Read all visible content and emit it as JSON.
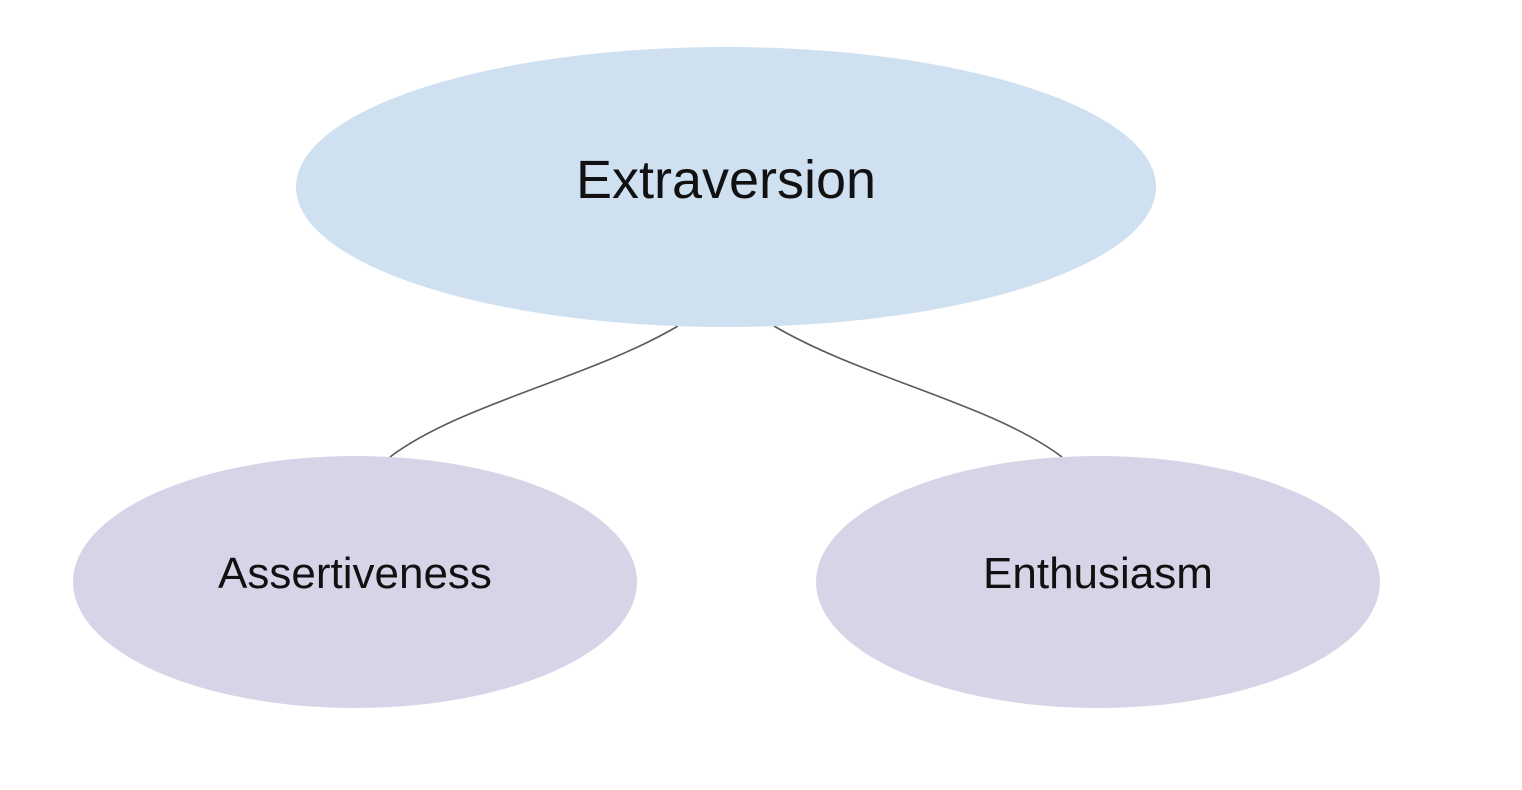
{
  "diagram": {
    "colors": {
      "background": "#ffffff",
      "root_fill": "#cfe1f1",
      "child_fill": "#d8d4e8",
      "connector": "#5a5a5a",
      "text": "#111111"
    },
    "root": {
      "label": "Extraversion"
    },
    "children": [
      {
        "label": "Assertiveness"
      },
      {
        "label": "Enthusiasm"
      }
    ]
  }
}
